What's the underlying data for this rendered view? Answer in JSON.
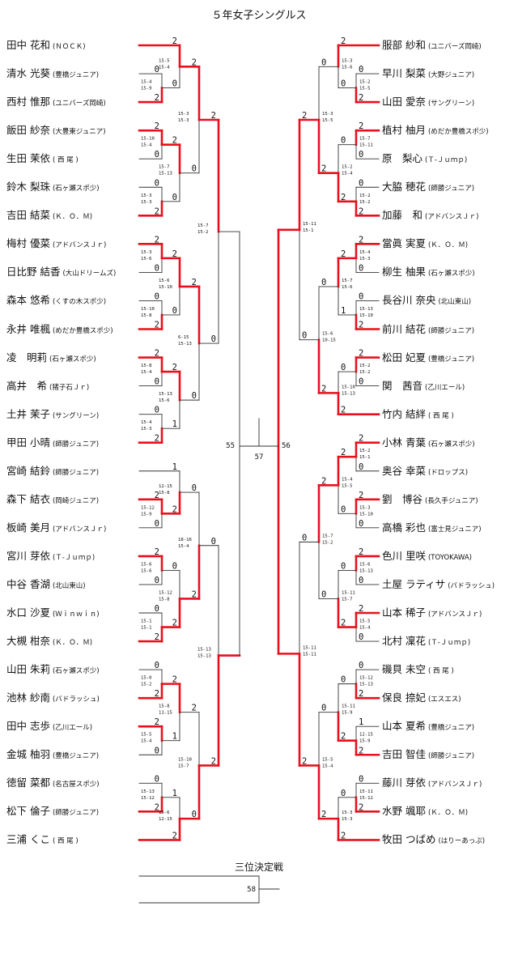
{
  "title": "５年女子シングルス",
  "left_players": [
    {
      "name": "田中 花和",
      "club": "(ＮＯＣＫ)"
    },
    {
      "name": "清水 光葵",
      "club": "(豊橋ジュニア)"
    },
    {
      "name": "西村 惟那",
      "club": "(ユニバーズ岡崎)"
    },
    {
      "name": "飯田 紗奈",
      "club": "(大豊東ジュニア)"
    },
    {
      "name": "生田 茉依",
      "club": "( 西 尾 )"
    },
    {
      "name": "鈴木 梨珠",
      "club": "(石ヶ瀬スポ少)"
    },
    {
      "name": "吉田 結菜",
      "club": "(Ｋ．Ｏ．Ｍ)"
    },
    {
      "name": "梅村 優菜",
      "club": "(アドバンスＪｒ)"
    },
    {
      "name": "日比野 結香",
      "club": "(大山ドリームズ)"
    },
    {
      "name": "森本 悠希",
      "club": "(くすの木スポ少)"
    },
    {
      "name": "永井 唯楓",
      "club": "(めだか豊橋スポ少)"
    },
    {
      "name": "凌　明莉",
      "club": "(石ヶ瀬スポ少)"
    },
    {
      "name": "高井　希",
      "club": "(猪子石Ｊｒ)"
    },
    {
      "name": "土井 茉子",
      "club": "(サングリーン)"
    },
    {
      "name": "甲田 小晴",
      "club": "(師勝ジュニア)"
    },
    {
      "name": "宮崎 結鈴",
      "club": "(師勝ジュニア)"
    },
    {
      "name": "森下 結衣",
      "club": "(岡崎ジュニア)"
    },
    {
      "name": "板崎 美月",
      "club": "(アドバンスＪｒ)"
    },
    {
      "name": "宮川 芽依",
      "club": "(Ｔ-Ｊｕｍｐ)"
    },
    {
      "name": "中谷 香湖",
      "club": "(北山東山)"
    },
    {
      "name": "水口 沙夏",
      "club": "(Ｗｉｎｗｉｎ)"
    },
    {
      "name": "大槻 柑奈",
      "club": "(Ｋ．Ｏ．Ｍ)"
    },
    {
      "name": "山田 朱莉",
      "club": "(石ヶ瀬スポ少)"
    },
    {
      "name": "池林 紗南",
      "club": "(バドラッシュ)"
    },
    {
      "name": "田中 志歩",
      "club": "(乙川エール)"
    },
    {
      "name": "金城 柚羽",
      "club": "(豊橋ジュニア)"
    },
    {
      "name": "徳留 菜都",
      "club": "(名古屋スポ少)"
    },
    {
      "name": "松下 倫子",
      "club": "(師勝ジュニア)"
    },
    {
      "name": "三浦 くこ",
      "club": "( 西 尾 )"
    }
  ],
  "right_players": [
    {
      "name": "服部 紗和",
      "club": "(ユニバーズ岡崎)"
    },
    {
      "name": "早川 梨菜",
      "club": "(大野ジュニア)"
    },
    {
      "name": "山田 愛奈",
      "club": "(サングリーン)"
    },
    {
      "name": "植村 柚月",
      "club": "(めだか豊橋スポ少)"
    },
    {
      "name": "原　梨心",
      "club": "(Ｔ-Ｊｕｍｐ)"
    },
    {
      "name": "大脇 穂花",
      "club": "(師勝ジュニア)"
    },
    {
      "name": "加藤　和",
      "club": "(アドバンスＪｒ)"
    },
    {
      "name": "當眞 実夏",
      "club": "(Ｋ．Ｏ．Ｍ)"
    },
    {
      "name": "柳生 柚果",
      "club": "(石ヶ瀬スポ少)"
    },
    {
      "name": "長谷川 奈央",
      "club": "(北山東山)"
    },
    {
      "name": "前川 結花",
      "club": "(師勝ジュニア)"
    },
    {
      "name": "松田 妃夏",
      "club": "(豊橋ジュニア)"
    },
    {
      "name": "関　茜音",
      "club": "(乙川エール)"
    },
    {
      "name": "竹内 結絆",
      "club": "( 西 尾 )"
    },
    {
      "name": "小林 青葉",
      "club": "(石ヶ瀬スポ少)"
    },
    {
      "name": "奥谷 幸菜",
      "club": "(ドロップス)"
    },
    {
      "name": "劉　博谷",
      "club": "(長久手ジュニア)"
    },
    {
      "name": "高橋 彩也",
      "club": "(富士見ジュニア)"
    },
    {
      "name": "色川 里咲",
      "club": "(TOYOKAWA)"
    },
    {
      "name": "土屋 ラティサ",
      "club": "(バドラッシュ)"
    },
    {
      "name": "山本 稀子",
      "club": "(アドバンスＪｒ)"
    },
    {
      "name": "北村 凜花",
      "club": "(Ｔ-Ｊｕｍｐ)"
    },
    {
      "name": "磯貝 未空",
      "club": "( 西 尾 )"
    },
    {
      "name": "保良 捺妃",
      "club": "(エスエス)"
    },
    {
      "name": "山本 夏希",
      "club": "(豊橋ジュニア)"
    },
    {
      "name": "吉田 智佳",
      "club": "(師勝ジュニア)"
    },
    {
      "name": "藤川 芽依",
      "club": "(アドバンスＪｒ)"
    },
    {
      "name": "水野 颯耶",
      "club": "(Ｋ．Ｏ．Ｍ)"
    },
    {
      "name": "牧田 つばめ",
      "club": "(はりーあっぷ)"
    }
  ],
  "match_numbers": {
    "left_semi": "55",
    "right_semi": "56",
    "final": "57",
    "third_place": "58"
  },
  "third_place_label": "三位決定戦",
  "colors": {
    "winner_line": "#e8101c",
    "line": "#333333"
  }
}
